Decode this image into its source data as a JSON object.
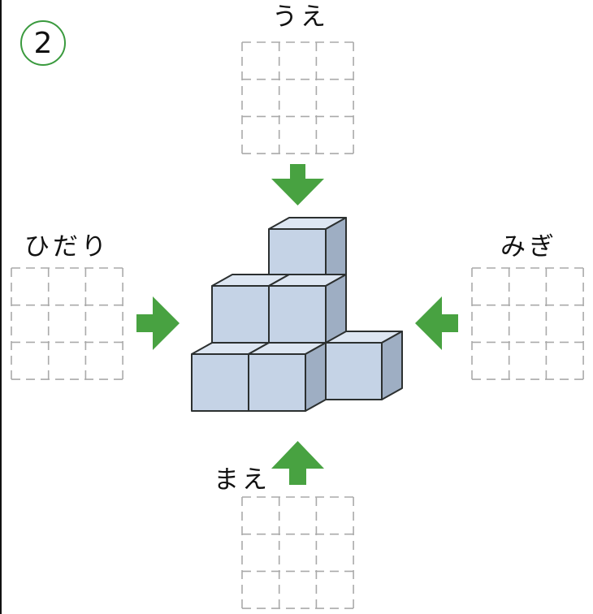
{
  "problem_number": "2",
  "views": {
    "top": "うえ",
    "left": "ひだり",
    "right": "みぎ",
    "front": "まえ"
  },
  "colors": {
    "cube_front": "#c5d3e6",
    "cube_top": "#dde6f2",
    "cube_side": "#9eaec3",
    "cube_edge": "#2c3030",
    "arrow": "#48a241",
    "grid_line": "#aaaaaa",
    "circle": "#3a9a3e"
  },
  "grid": {
    "rows": 3,
    "cols": 3
  },
  "structure": {
    "cubes": [
      {
        "id": "front-left",
        "layer": 1
      },
      {
        "id": "front-middle",
        "layer": 1
      },
      {
        "id": "middle-left",
        "layer": 2
      },
      {
        "id": "middle-center",
        "layer": 2
      },
      {
        "id": "top-center",
        "layer": 3
      },
      {
        "id": "right",
        "layer": 1
      }
    ]
  }
}
